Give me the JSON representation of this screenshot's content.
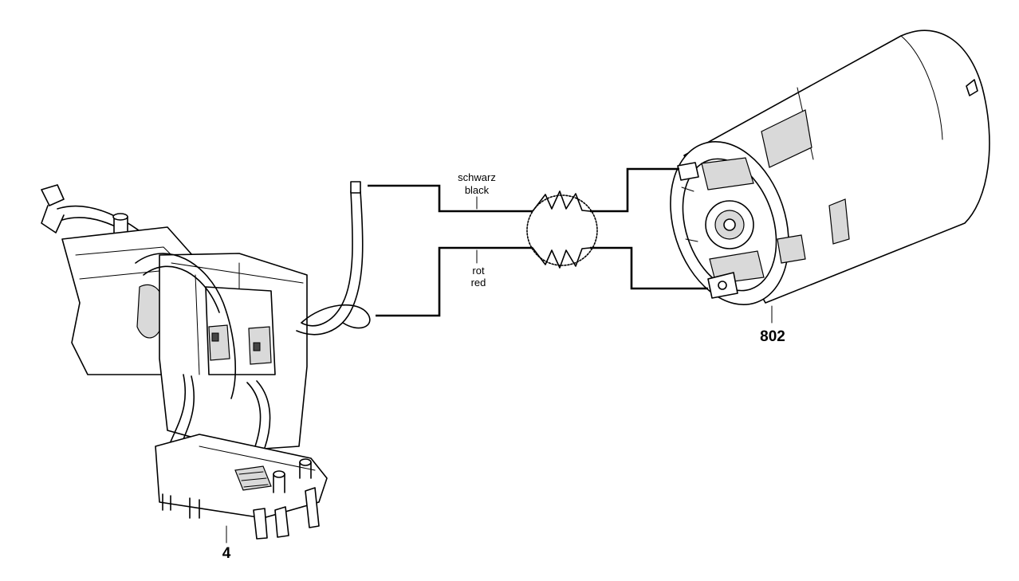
{
  "labels": {
    "black_de": "schwarz",
    "black_en": "black",
    "red_de": "rot",
    "red_en": "red"
  },
  "parts": {
    "switch": "4",
    "motor": "802"
  }
}
